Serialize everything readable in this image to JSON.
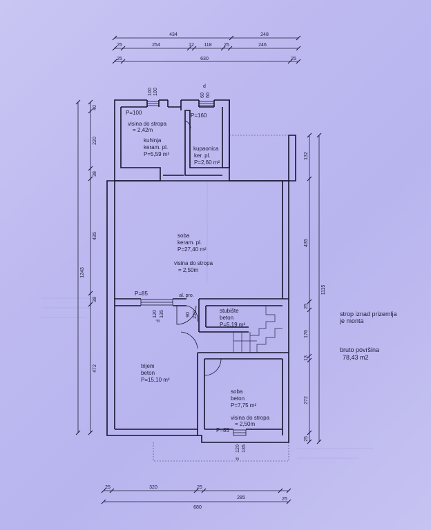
{
  "top_dimensions": {
    "row1": [
      "434",
      "248"
    ],
    "row2": [
      "25",
      "254",
      "12",
      "118",
      "25",
      "246"
    ],
    "row3": [
      "25",
      "630",
      "25"
    ]
  },
  "bottom_dimensions": {
    "row1": [
      "25",
      "320",
      "25",
      "285",
      "25"
    ],
    "row2": [
      "680"
    ]
  },
  "left_dimensions": {
    "segments": [
      "40",
      "220",
      "38",
      "435",
      "38",
      "472"
    ],
    "total": "1243"
  },
  "right_dimensions": {
    "segments": [
      "132",
      "435",
      "25",
      "176",
      "13",
      "272",
      "25"
    ],
    "total": "1115"
  },
  "openings": {
    "top_window_1": [
      "100",
      "100"
    ],
    "top_window_2": [
      "60",
      "60"
    ],
    "top_window_2_d": "d",
    "mid_door_left": [
      "120",
      "135"
    ],
    "mid_door_left_d": "d",
    "mid_door_right": [
      "90",
      "220"
    ],
    "al_pro": "al. pro.",
    "bottom_door": [
      "120",
      "135"
    ],
    "bottom_door_d": "d"
  },
  "rooms": {
    "kitchen": {
      "p": "P=100",
      "height1": "visina do stropa",
      "height2": "= 2,42m",
      "name": "kuhinja",
      "floor": "keram. pl.",
      "area": "P=5,59 m²"
    },
    "bathroom": {
      "p": "P=160",
      "name": "kupaonica",
      "floor": "ker. pl.",
      "area": "P=2,60 m²"
    },
    "living": {
      "name": "soba",
      "floor": "keram. pl.",
      "area": "P=27,40 m²",
      "height1": "visina do stropa",
      "height2": "= 2,50m",
      "p": "P=85"
    },
    "stairs": {
      "name": "stubište",
      "floor": "beton",
      "area": "P=5,19 m²"
    },
    "porch": {
      "name": "trijem",
      "floor": "beton",
      "area": "P=15,10 m²"
    },
    "small_room": {
      "name": "soba",
      "floor": "beton",
      "area": "P=7,75 m²",
      "height1": "visina do stropa",
      "height2": "= 2,50m",
      "p": "P=85"
    }
  },
  "notes": {
    "ceiling1": "strop iznad prizemlja",
    "ceiling2": "je monta",
    "gross1": "bruto površina",
    "gross2": "78,43 m2"
  }
}
